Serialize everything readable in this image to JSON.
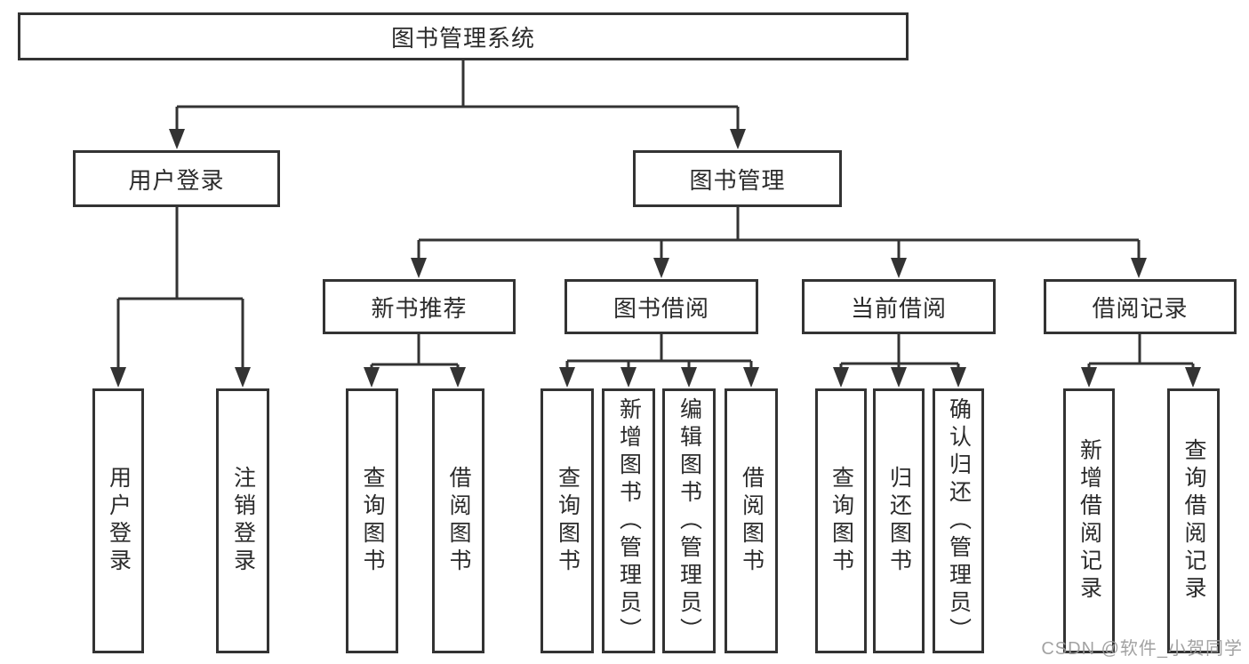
{
  "tree": {
    "root": {
      "id": "library-management-system",
      "label": "图书管理系统"
    },
    "level2": [
      {
        "id": "user-login",
        "label": "用户登录",
        "parent": "图书管理系统"
      },
      {
        "id": "book-management",
        "label": "图书管理",
        "parent": "图书管理系统"
      }
    ],
    "level3": [
      {
        "id": "new-book-recommend",
        "label": "新书推荐",
        "parent": "图书管理"
      },
      {
        "id": "book-borrowing",
        "label": "图书借阅",
        "parent": "图书管理"
      },
      {
        "id": "current-borrowing",
        "label": "当前借阅",
        "parent": "图书管理"
      },
      {
        "id": "borrowing-records",
        "label": "借阅记录",
        "parent": "图书管理"
      }
    ],
    "level4": [
      {
        "id": "leaf-user-login",
        "label": "用户登录",
        "parent": "用户登录"
      },
      {
        "id": "leaf-logout",
        "label": "注销登录",
        "parent": "用户登录"
      },
      {
        "id": "leaf-query-books-recommend",
        "label": "查询图书",
        "parent": "新书推荐"
      },
      {
        "id": "leaf-borrow-books-recommend",
        "label": "借阅图书",
        "parent": "新书推荐"
      },
      {
        "id": "leaf-query-books-borrowing",
        "label": "查询图书",
        "parent": "图书借阅"
      },
      {
        "id": "leaf-add-book-admin",
        "label": "新增图书（管理员）",
        "parent": "图书借阅"
      },
      {
        "id": "leaf-edit-book-admin",
        "label": "编辑图书（管理员）",
        "parent": "图书借阅"
      },
      {
        "id": "leaf-borrow-books-borrowing",
        "label": "借阅图书",
        "parent": "图书借阅"
      },
      {
        "id": "leaf-query-books-current",
        "label": "查询图书",
        "parent": "当前借阅"
      },
      {
        "id": "leaf-return-book",
        "label": "归还图书",
        "parent": "当前借阅"
      },
      {
        "id": "leaf-confirm-return-admin",
        "label": "确认归还（管理员）",
        "parent": "当前借阅"
      },
      {
        "id": "leaf-add-borrow-record",
        "label": "新增借阅记录",
        "parent": "借阅记录"
      },
      {
        "id": "leaf-query-borrow-record",
        "label": "查询借阅记录",
        "parent": "借阅记录"
      }
    ]
  },
  "watermark": {
    "text": "CSDN @软件_小贺同学"
  },
  "colors": {
    "line": "#333333",
    "box_border": "#333333",
    "text": "#2b2b2b",
    "watermark": "#9b9b9b",
    "background": "#ffffff"
  }
}
